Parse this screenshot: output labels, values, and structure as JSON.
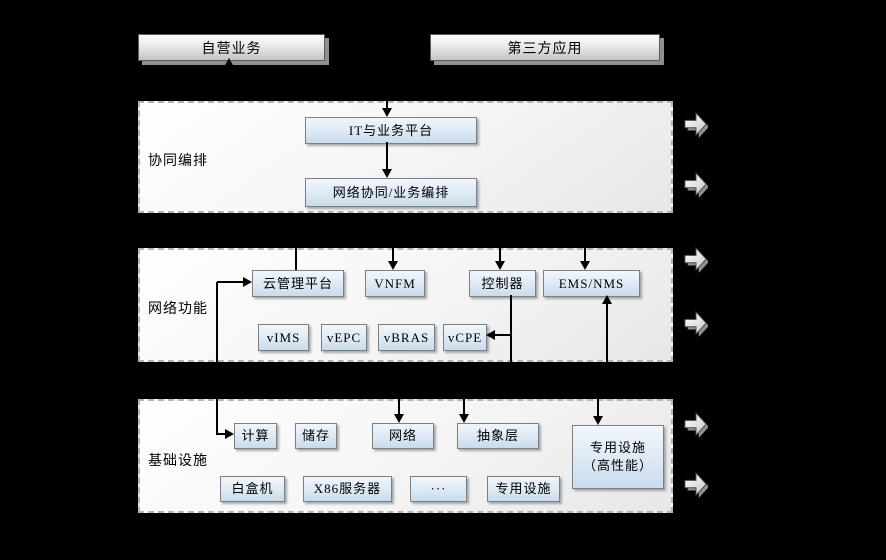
{
  "diagram": {
    "background_color": "#000000",
    "sources": {
      "self_operated": "自营业务",
      "third_party": "第三方应用"
    },
    "layers": {
      "orchestration": {
        "label": "协同编排",
        "nodes": {
          "it_platform": "IT与业务平台",
          "network_orchestration": "网络协同/业务编排"
        }
      },
      "network_functions": {
        "label": "网络功能",
        "nodes": {
          "cloud_mgmt": "云管理平台",
          "vnfm": "VNFM",
          "controller": "控制器",
          "ems_nms": "EMS/NMS",
          "vims": "vIMS",
          "vepc": "vEPC",
          "vbras": "vBRAS",
          "vcpe": "vCPE"
        }
      },
      "infrastructure": {
        "label": "基础设施",
        "nodes": {
          "compute": "计算",
          "storage": "储存",
          "network": "网络",
          "abstraction_layer": "抽象层",
          "dedicated_hp_line1": "专用设施",
          "dedicated_hp_line2": "（高性能）",
          "white_box": "白盒机",
          "x86_server": "X86服务器",
          "more": "···",
          "dedicated": "专用设施"
        }
      }
    },
    "colors": {
      "node_fill_top": "#f1f6fc",
      "node_fill_bottom": "#c9dbec",
      "node_border": "#7f7f7f",
      "band_border": "#b4b4b4",
      "source_box_fill": "#d9d9d9",
      "connector": "#000000",
      "chevron_fill": "#ffffff"
    }
  }
}
